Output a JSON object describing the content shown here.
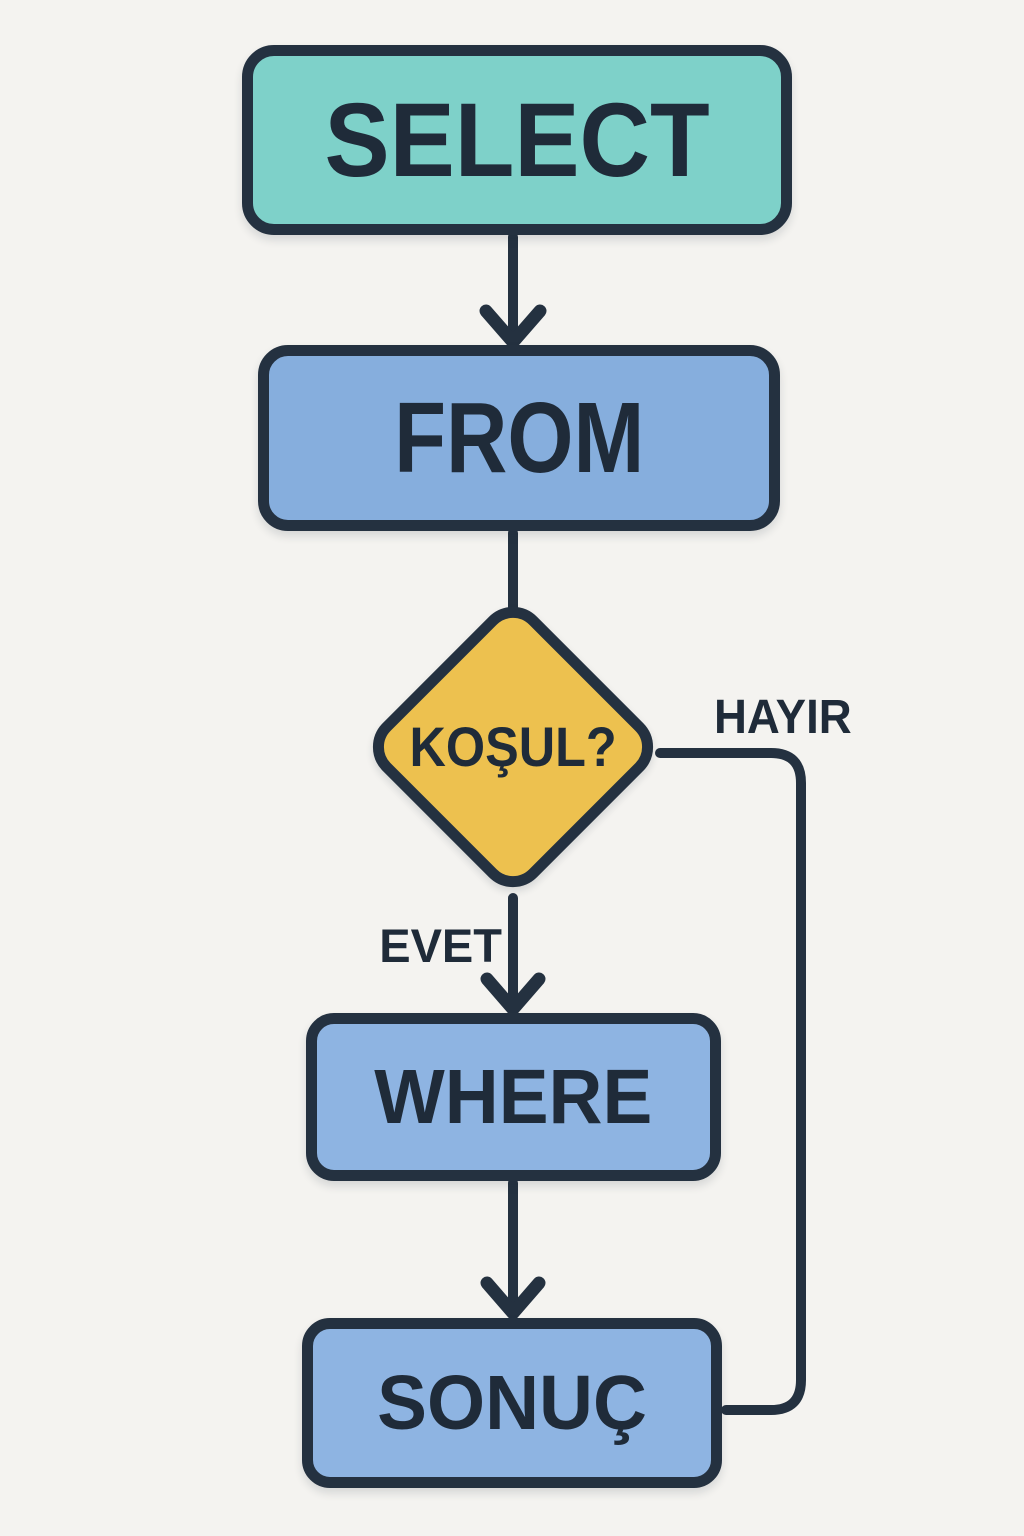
{
  "palette": {
    "background": "#f4f3f0",
    "outline": "#243140",
    "text": "#1f2b39",
    "teal": "#7ed1c9",
    "blue": "#86aedd",
    "blue_light": "#8eb4e2",
    "yellow": "#edc14f"
  },
  "nodes": [
    {
      "id": "select",
      "label": "SELECT",
      "shape": "rounded-rect",
      "fill": "#7ed1c9"
    },
    {
      "id": "from",
      "label": "FROM",
      "shape": "rounded-rect",
      "fill": "#86aedd"
    },
    {
      "id": "kosul",
      "label": "KOŞUL?",
      "shape": "diamond",
      "fill": "#edc14f"
    },
    {
      "id": "where",
      "label": "WHERE",
      "shape": "rounded-rect",
      "fill": "#8eb4e2"
    },
    {
      "id": "sonuc",
      "label": "SONUÇ",
      "shape": "rounded-rect",
      "fill": "#8eb4e2"
    }
  ],
  "edges": [
    {
      "from": "select",
      "to": "from",
      "label": "",
      "arrow": true
    },
    {
      "from": "from",
      "to": "kosul",
      "label": "",
      "arrow": false
    },
    {
      "from": "kosul",
      "to": "where",
      "label": "EVET",
      "arrow": true
    },
    {
      "from": "kosul",
      "to": "sonuc",
      "label": "HAYIR",
      "arrow": false
    },
    {
      "from": "where",
      "to": "sonuc",
      "label": "",
      "arrow": true
    }
  ],
  "edge_labels": {
    "evet": "EVET",
    "hayir": "HAYIR"
  }
}
